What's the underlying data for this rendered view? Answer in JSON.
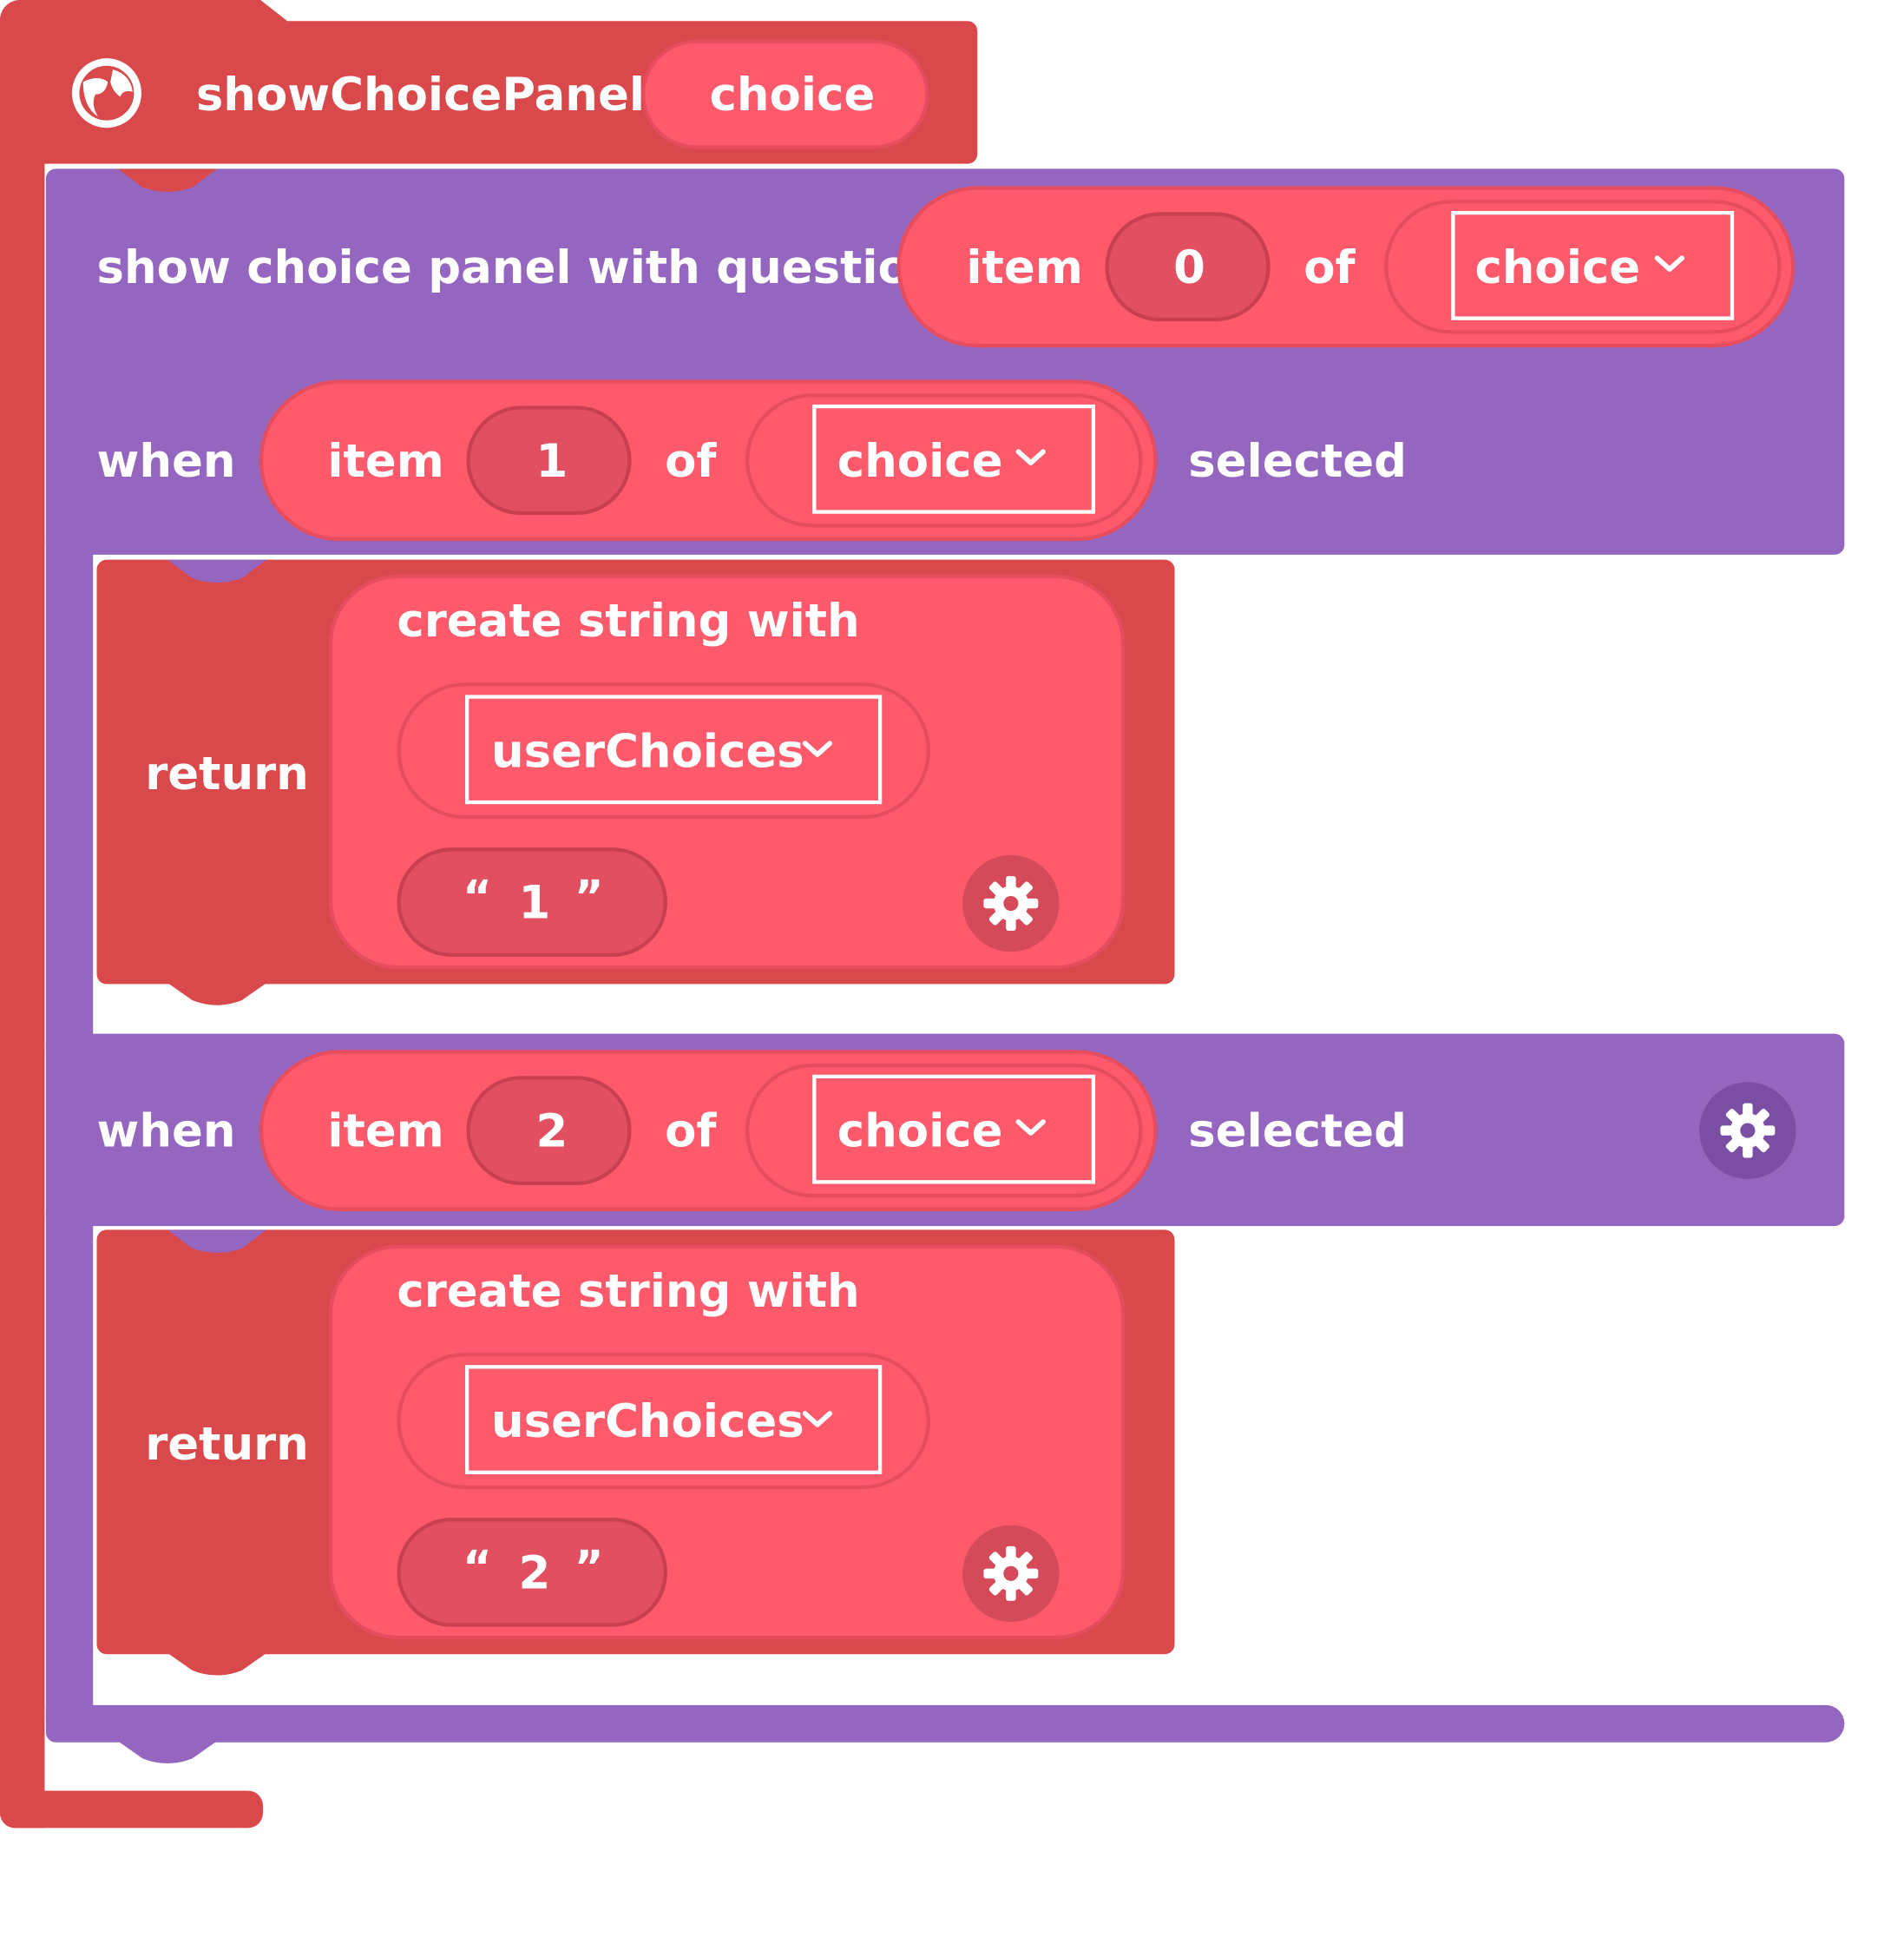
{
  "function_block": {
    "icon": "globe-icon",
    "name": "showChoicePanel",
    "param": "choice"
  },
  "choice_block": {
    "label": "show choice panel with question",
    "question": {
      "item_label": "item",
      "index": "0",
      "of_label": "of",
      "list_var": "choice"
    },
    "cases": [
      {
        "when_label": "when",
        "item_label": "item",
        "index": "1",
        "of_label": "of",
        "list_var": "choice",
        "selected_label": "selected",
        "return_label": "return",
        "create_label": "create string with",
        "var": "userChoices",
        "open_quote": "“",
        "string_value": "1",
        "close_quote": "”"
      },
      {
        "when_label": "when",
        "item_label": "item",
        "index": "2",
        "of_label": "of",
        "list_var": "choice",
        "selected_label": "selected",
        "return_label": "return",
        "create_label": "create string with",
        "var": "userChoices",
        "open_quote": "“",
        "string_value": "2",
        "close_quote": "”"
      }
    ]
  },
  "icons": [
    "globe-icon",
    "chevron-down-icon",
    "gear-icon"
  ],
  "colors": {
    "function_red": "#d9484b",
    "block_pink": "#ff5a6b",
    "slot_pink": "#e24f60",
    "control_purple": "#9566c0",
    "text": "#ffffff"
  }
}
